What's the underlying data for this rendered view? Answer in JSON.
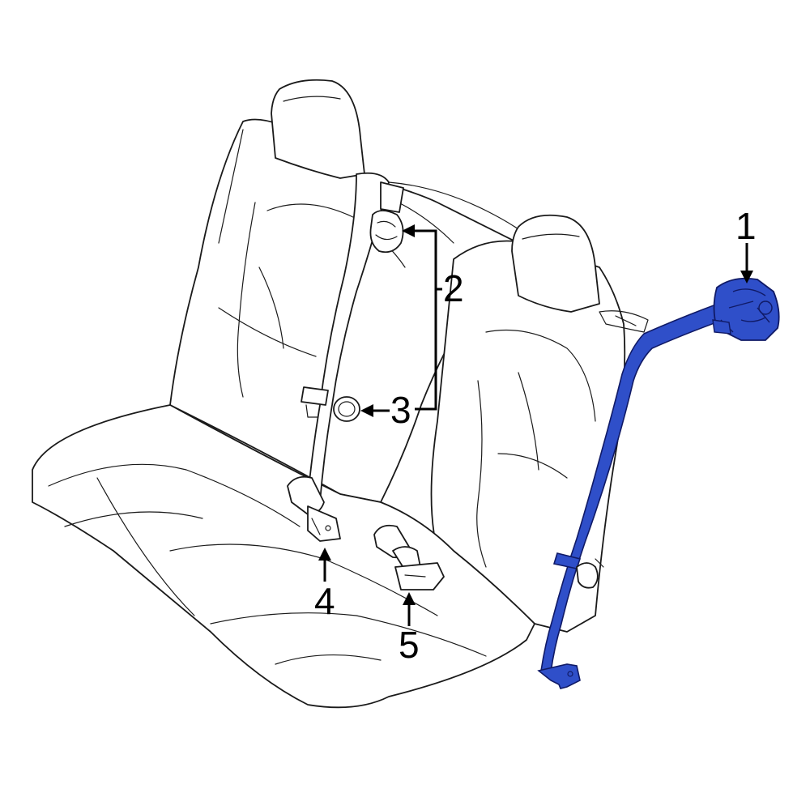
{
  "callouts": [
    {
      "id": "1",
      "label": "1"
    },
    {
      "id": "2",
      "label": "2"
    },
    {
      "id": "3",
      "label": "3"
    },
    {
      "id": "4",
      "label": "4"
    },
    {
      "id": "5",
      "label": "5"
    }
  ],
  "colors": {
    "highlight": "#2f4fc9",
    "highlight_dark": "#101a66",
    "line": "#1a1a1a",
    "background": "#ffffff"
  }
}
